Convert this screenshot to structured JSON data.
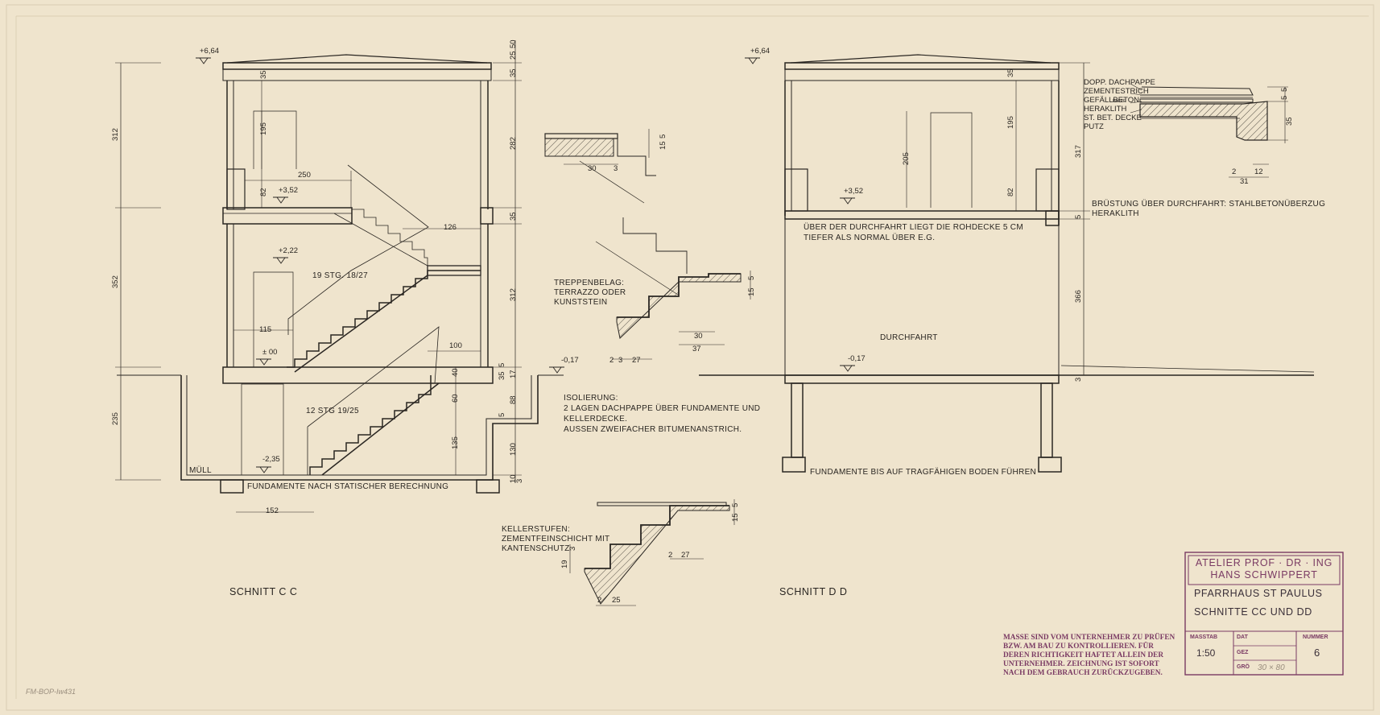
{
  "sheet": {
    "pencil_ref": "FM-BOP-Iw431"
  },
  "section_cc": {
    "title": "SCHNITT  C C",
    "levels": [
      "+6,64",
      "+3,52",
      "+2,22",
      "± 00",
      "-0,17",
      "-2,35"
    ],
    "left_dims": [
      "312",
      "352",
      "235"
    ],
    "right_dims": [
      "25",
      "50",
      "35",
      "282",
      "35",
      "312",
      "5",
      "35",
      "17",
      "88",
      "5",
      "130",
      "10",
      "3"
    ],
    "inner_dims": [
      "35",
      "195",
      "82",
      "250",
      "126",
      "115",
      "100",
      "40",
      "60",
      "135",
      "152"
    ],
    "stair_upper": "19  STG. 18/27",
    "stair_lower": "12  STG  19/25",
    "muell": "MÜLL",
    "foundation_note": "FUNDAMENTE  NACH  STATISCHER  BERECHNUNG"
  },
  "section_dd": {
    "title": "SCHNITT  D D",
    "levels": [
      "+6,64",
      "+3,52",
      "-0,17"
    ],
    "dims": [
      "35",
      "195",
      "82",
      "205",
      "317",
      "5",
      "366",
      "3"
    ],
    "note_line1": "ÜBER  DER  DURCHFAHRT  LIEGT  DIE  ROHDECKE  5  CM",
    "note_line2": "TIEFER  ALS  NORMAL  ÜBER  E.G.",
    "durchfahrt": "DURCHFAHRT",
    "foundation_note": "FUNDAMENTE  BIS  AUF  TRAGFÄHIGEN  BODEN  FÜHREN",
    "bruestung": "BRÜSTUNG  ÜBER  DURCHFAHRT: STAHLBETONÜBERZUG",
    "heraklith": "HERAKLITH"
  },
  "roof_detail": {
    "layers": [
      "DOPP. DACHPAPPE",
      "ZEMENTESTRICH",
      "GEFÄLLBETON",
      "HERAKLITH",
      "ST. BET. DECKE",
      "PUTZ"
    ],
    "pappe": "PAPPE",
    "dims": [
      "5",
      "5",
      "35",
      "2",
      "12",
      "31"
    ]
  },
  "stair_details": {
    "top_dims": [
      "15",
      "5",
      "30",
      "3"
    ],
    "treppenbelag": [
      "TREPPENBELAG:",
      "TERRAZZO  ODER",
      "KUNSTSTEIN"
    ],
    "mid_dims": [
      "15",
      "5",
      "30",
      "37",
      "2",
      "3",
      "27"
    ],
    "isolierung": [
      "ISOLIERUNG:",
      "2  LAGEN  DACHPAPPE  ÜBER  FUNDAMENTE  UND",
      "KELLERDECKE.",
      "AUSSEN  ZWEIFACHER  BITUMENANSTRICH."
    ],
    "kellerstufen": [
      "KELLERSTUFEN:",
      "ZEMENTFEINSCHICHT  MIT",
      "KANTENSCHUTZ"
    ],
    "bottom_dims": [
      "15",
      "5",
      "3",
      "19",
      "2",
      "27",
      "2",
      "25"
    ]
  },
  "title_block": {
    "office_line1": "ATELIER  PROF · DR · ING",
    "office_line2": "HANS  SCHWIPPERT",
    "project": "PFARRHAUS  ST  PAULUS",
    "drawing": "SCHNITTE  CC  UND  DD",
    "masstab_label": "MASSTAB",
    "masstab_value": "1:50",
    "dat_label": "DAT",
    "gez_label": "GEZ",
    "gro_label": "GRÖ",
    "gro_value": "30 × 80",
    "nummer_label": "NUMMER",
    "nummer_value": "6"
  },
  "disclaimer": [
    "MASSE SIND VOM UNTERNEHMER ZU PRÜFEN",
    "BZW. AM BAU ZU KONTROLLIEREN. FÜR",
    "DEREN RICHTIGKEIT HAFTET ALLEIN DER",
    "UNTERNEHMER. ZEICHNUNG IST SOFORT",
    "NACH DEM GEBRAUCH ZURÜCKZUGEBEN."
  ],
  "colors": {
    "paper": "#efe4cd",
    "ink": "#2a2622",
    "stamp": "#7a3a63"
  }
}
